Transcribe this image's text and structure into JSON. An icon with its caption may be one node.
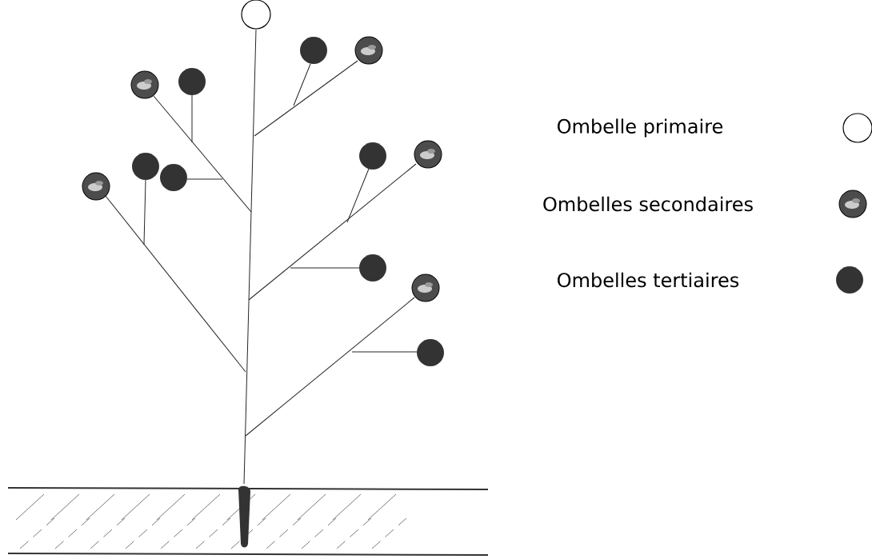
{
  "diagram": {
    "legend": [
      {
        "text": "Ombelle primaire"
      },
      {
        "text": "Ombelles secondaires"
      },
      {
        "text": "Ombelles tertiaires"
      }
    ]
  }
}
